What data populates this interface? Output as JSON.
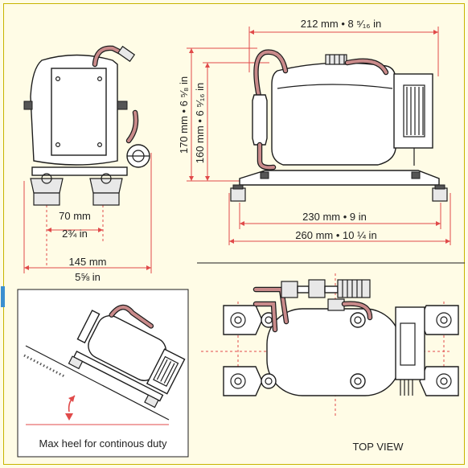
{
  "dimensions": {
    "depth_label": "212 mm • 8 ⁵⁄₁₆ in",
    "height_total_label": "170 mm • 6 ⁵⁄₈ in",
    "height_body_label": "160 mm • 6 ⁵⁄₁₆ in",
    "mount_width_label": "230 mm • 9 in",
    "base_width_label": "260 mm • 10 ¼ in",
    "side_inner_mm": "70 mm",
    "side_inner_in": "2¾ in",
    "side_outer_mm": "145 mm",
    "side_outer_in": "5⅝ in"
  },
  "captions": {
    "heel": "Max heel  for continous duty",
    "top_view": "TOP VIEW"
  },
  "colors": {
    "background": "#FFFCE6",
    "dimension_line": "#e04a4a",
    "frame": "#c8b400",
    "accent_tab": "#3b8fd0"
  }
}
